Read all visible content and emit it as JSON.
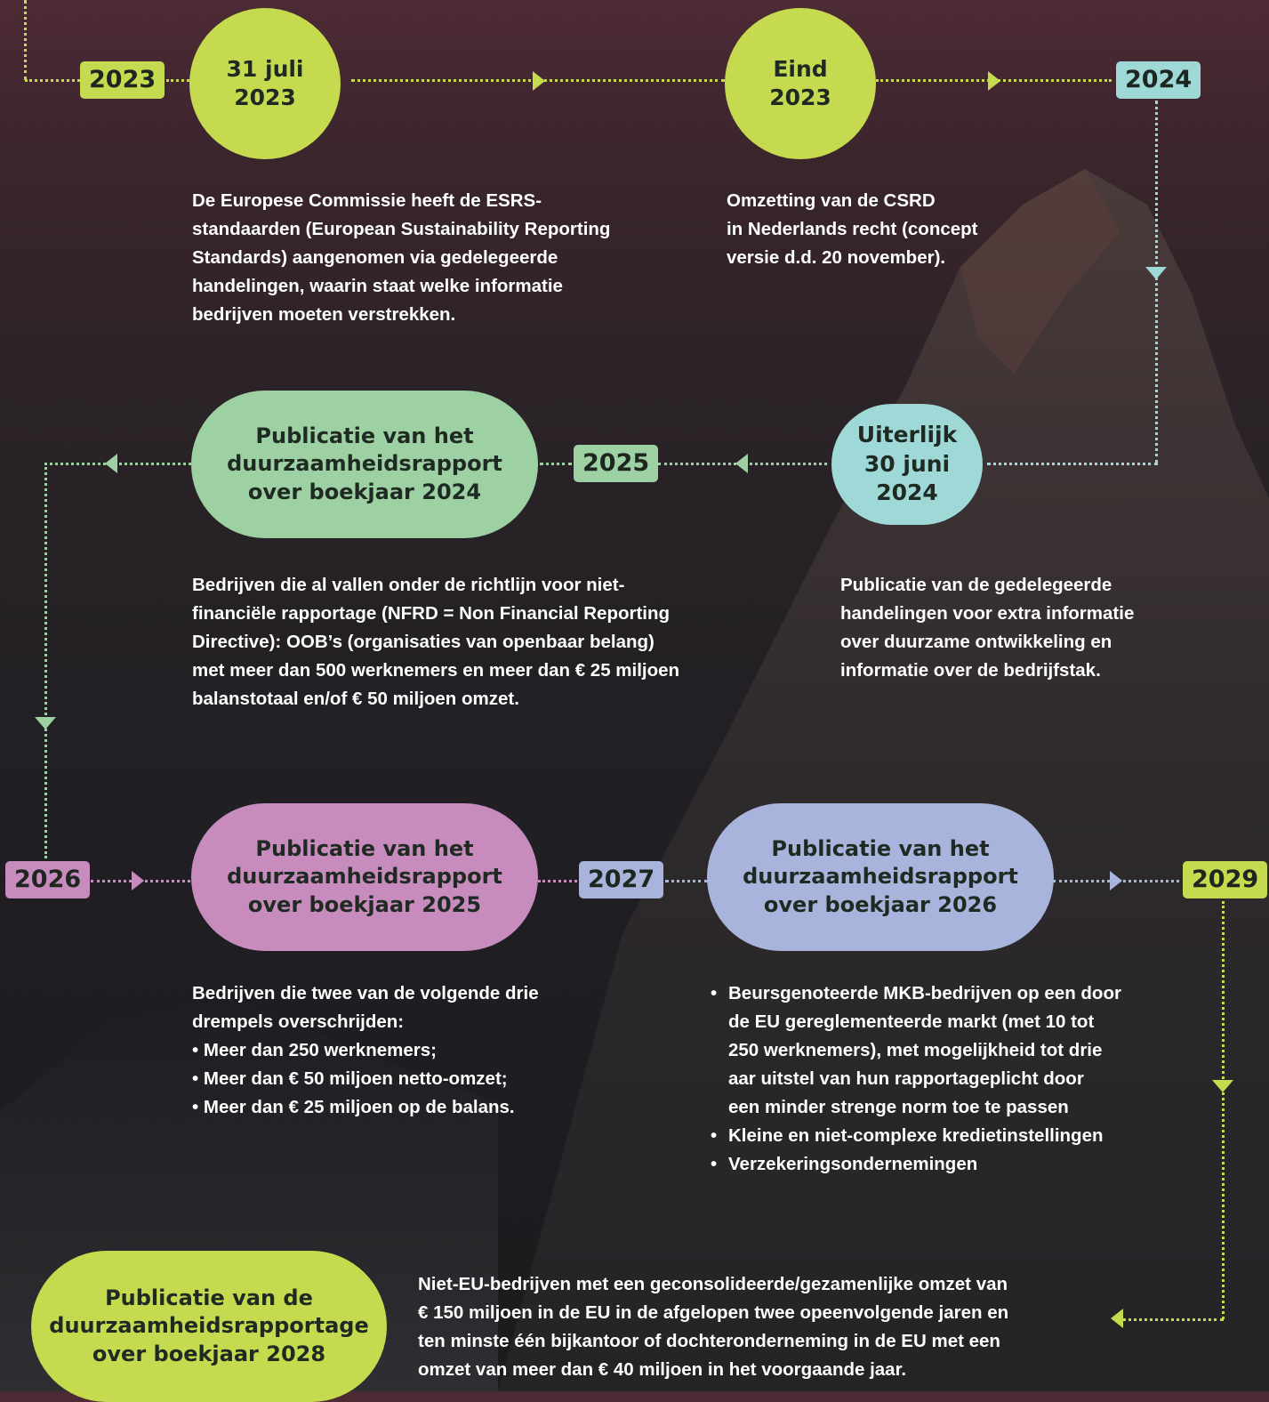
{
  "colors": {
    "green": "#c6da4f",
    "cyan": "#9fd9d7",
    "mint": "#9dd0a3",
    "purple": "#c78bbd",
    "lavender": "#a8b4dc",
    "dots_green": "#c6da4f",
    "dots_cyan": "#9fd9d7",
    "dots_mint": "#9dd0a3",
    "dots_purple": "#c78bbd",
    "dots_lavender": "#a8b4dc"
  },
  "years": {
    "y2023": "2023",
    "y2024": "2024",
    "y2025": "2025",
    "y2026": "2026",
    "y2027": "2027",
    "y2029": "2029"
  },
  "milestones": {
    "m_31juli_line1": "31 juli",
    "m_31juli_line2": "2023",
    "m_eind_line1": "Eind",
    "m_eind_line2": "2023",
    "m_uiterlijk_line1": "Uiterlijk",
    "m_uiterlijk_line2": "30 juni",
    "m_uiterlijk_line3": "2024",
    "m_pub2024_line1": "Publicatie van het",
    "m_pub2024_line2": "duurzaamheidsrapport",
    "m_pub2024_line3": "over boekjaar 2024",
    "m_pub2025_line1": "Publicatie van het",
    "m_pub2025_line2": "duurzaamheidsrapport",
    "m_pub2025_line3": "over boekjaar 2025",
    "m_pub2026_line1": "Publicatie van het",
    "m_pub2026_line2": "duurzaamheidsrapport",
    "m_pub2026_line3": "over boekjaar 2026",
    "m_pub2028_line1": "Publicatie van de",
    "m_pub2028_line2": "duurzaamheidsrapportage",
    "m_pub2028_line3": "over boekjaar 2028"
  },
  "descriptions": {
    "esrs": [
      "De Europese Commissie heeft de ESRS-",
      "standaarden (European Sustainability Reporting",
      "Standards) aangenomen via gedelegeerde",
      "handelingen, waarin staat welke informatie",
      "bedrijven moeten verstrekken."
    ],
    "csrd": [
      "Omzetting van de CSRD",
      "in Nederlands recht (concept",
      "versie d.d. 20 november)."
    ],
    "gedelegeerde": [
      "Publicatie van de gedelegeerde",
      "handelingen voor extra informatie",
      "over duurzame ontwikkeling en",
      "informatie over de bedrijfstak."
    ],
    "nfrd": [
      "Bedrijven die al vallen onder de richtlijn voor niet-",
      "financiële rapportage (NFRD = Non Financial Reporting",
      "Directive): OOB’s (organisaties van openbaar belang)",
      "met meer dan 500 werknemers en meer dan € 25 miljoen",
      "balanstotaal en/of € 50 miljoen omzet."
    ],
    "drempels_intro_1": "Bedrijven die twee van de volgende drie",
    "drempels_intro_2": "drempels overschrijden:",
    "drempels_items": [
      "• Meer dan 250 werknemers;",
      "• Meer dan € 50 miljoen netto-omzet;",
      "• Meer dan € 25 miljoen op de balans."
    ],
    "mkb_item1": [
      "Beursgenoteerde MKB-bedrijven op een door",
      "de EU gereglementeerde markt (met 10 tot",
      "250 werknemers), met mogelijkheid tot drie",
      "aar uitstel van hun rapportageplicht door",
      "een minder strenge norm toe te passen"
    ],
    "mkb_item2": "Kleine en niet-complexe kredietinstellingen",
    "mkb_item3": "Verzekeringsondernemingen",
    "non_eu": [
      "Niet-EU-bedrijven met een geconsolideerde/gezamenlijke omzet van",
      "€ 150 miljoen in de EU in de afgelopen twee opeenvolgende jaren en",
      "ten minste één bijkantoor of dochteronderneming in de EU met een",
      "omzet van meer dan € 40 miljoen in het voorgaande jaar."
    ]
  }
}
